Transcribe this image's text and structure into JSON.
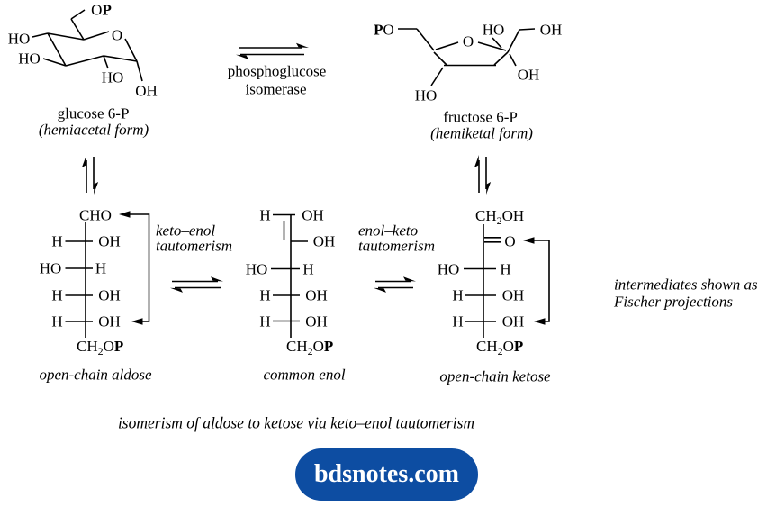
{
  "glucose": {
    "op_o": "O",
    "op_p": "P",
    "ring_o": "O",
    "ho_top": "HO",
    "ho_mid": "HO",
    "ho_bottom": "HO",
    "oh_anomeric": "OH",
    "name": "glucose 6-P",
    "form": "(hemiacetal form)"
  },
  "enzyme": {
    "line1": "phosphoglucose",
    "line2": "isomerase"
  },
  "fructose": {
    "po_p": "P",
    "po_o": "O",
    "ring_o": "O",
    "ho_top": "HO",
    "oh_right": "OH",
    "oh_below": "OH",
    "ho_bottom": "HO",
    "name": "fructose 6-P",
    "form": "(hemiketal form)"
  },
  "fischer": {
    "aldose": {
      "top_group": "CHO",
      "rows": [
        {
          "left": "H",
          "right": "OH"
        },
        {
          "left": "HO",
          "right": "H"
        },
        {
          "left": "H",
          "right": "OH"
        },
        {
          "left": "H",
          "right": "OH"
        }
      ],
      "bottom": {
        "ch": "CH",
        "sub": "2",
        "o": "O",
        "p": "P"
      },
      "caption": "open-chain aldose"
    },
    "enol": {
      "row1": {
        "left": "H",
        "right": "OH"
      },
      "row2_right": "OH",
      "rows": [
        {
          "left": "HO",
          "right": "H"
        },
        {
          "left": "H",
          "right": "OH"
        },
        {
          "left": "H",
          "right": "OH"
        }
      ],
      "bottom": {
        "ch": "CH",
        "sub": "2",
        "o": "O",
        "p": "P"
      },
      "caption": "common enol"
    },
    "ketose": {
      "top": {
        "ch": "CH",
        "sub": "2",
        "oh": "OH"
      },
      "keto_o": "O",
      "rows": [
        {
          "left": "HO",
          "right": "H"
        },
        {
          "left": "H",
          "right": "OH"
        },
        {
          "left": "H",
          "right": "OH"
        }
      ],
      "bottom": {
        "ch": "CH",
        "sub": "2",
        "o": "O",
        "p": "P"
      },
      "caption": "open-chain ketose"
    }
  },
  "annotations": {
    "keto_enol_line1": "keto–enol",
    "keto_enol_line2": "tautomerism",
    "enol_keto_line1": "enol–keto",
    "enol_keto_line2": "tautomerism",
    "intermediates_line1": "intermediates shown as",
    "intermediates_line2": "Fischer projections",
    "caption": "isomerism of aldose to ketose via keto–enol tautomerism"
  },
  "logo": {
    "text": "bdsnotes.com",
    "background": "#0d4da2",
    "text_color": "#ffffff"
  }
}
